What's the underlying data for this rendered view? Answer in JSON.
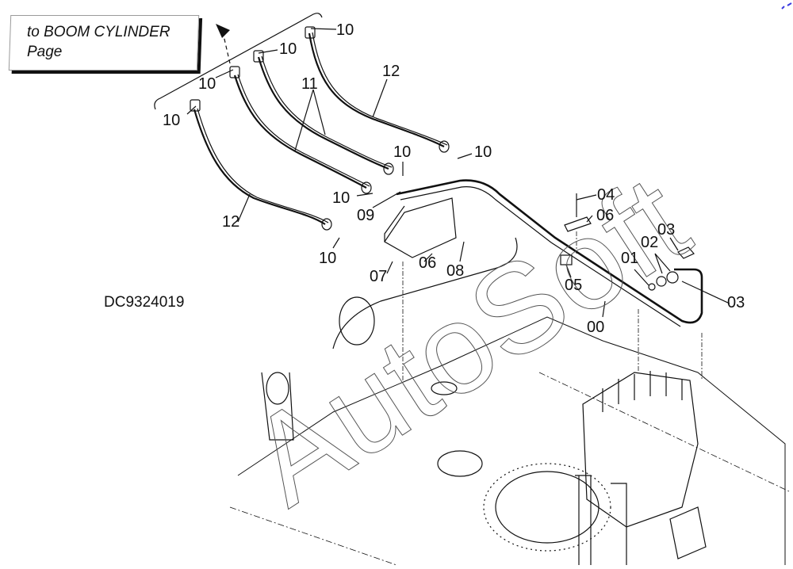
{
  "reference_box": {
    "line1": "to BOOM CYLINDER",
    "line2": "Page"
  },
  "drawing_id": "DC9324019",
  "watermark": "AutoSoft",
  "callouts": [
    {
      "id": "c10a",
      "label": "10"
    },
    {
      "id": "c10b",
      "label": "10"
    },
    {
      "id": "c10c",
      "label": "10"
    },
    {
      "id": "c10d",
      "label": "10"
    },
    {
      "id": "c12a",
      "label": "12"
    },
    {
      "id": "c11",
      "label": "11"
    },
    {
      "id": "c10e",
      "label": "10"
    },
    {
      "id": "c10f",
      "label": "10"
    },
    {
      "id": "c10g",
      "label": "10"
    },
    {
      "id": "c09",
      "label": "09"
    },
    {
      "id": "c12b",
      "label": "12"
    },
    {
      "id": "c10h",
      "label": "10"
    },
    {
      "id": "c07",
      "label": "07"
    },
    {
      "id": "c06a",
      "label": "06"
    },
    {
      "id": "c08",
      "label": "08"
    },
    {
      "id": "c04",
      "label": "04"
    },
    {
      "id": "c06b",
      "label": "06"
    },
    {
      "id": "c03a",
      "label": "03"
    },
    {
      "id": "c02",
      "label": "02"
    },
    {
      "id": "c01",
      "label": "01"
    },
    {
      "id": "c05",
      "label": "05"
    },
    {
      "id": "c03b",
      "label": "03"
    },
    {
      "id": "c00",
      "label": "00"
    }
  ],
  "colors": {
    "line": "#111111",
    "watermark": "#444444",
    "corner_mark": "#3a3ae0"
  }
}
